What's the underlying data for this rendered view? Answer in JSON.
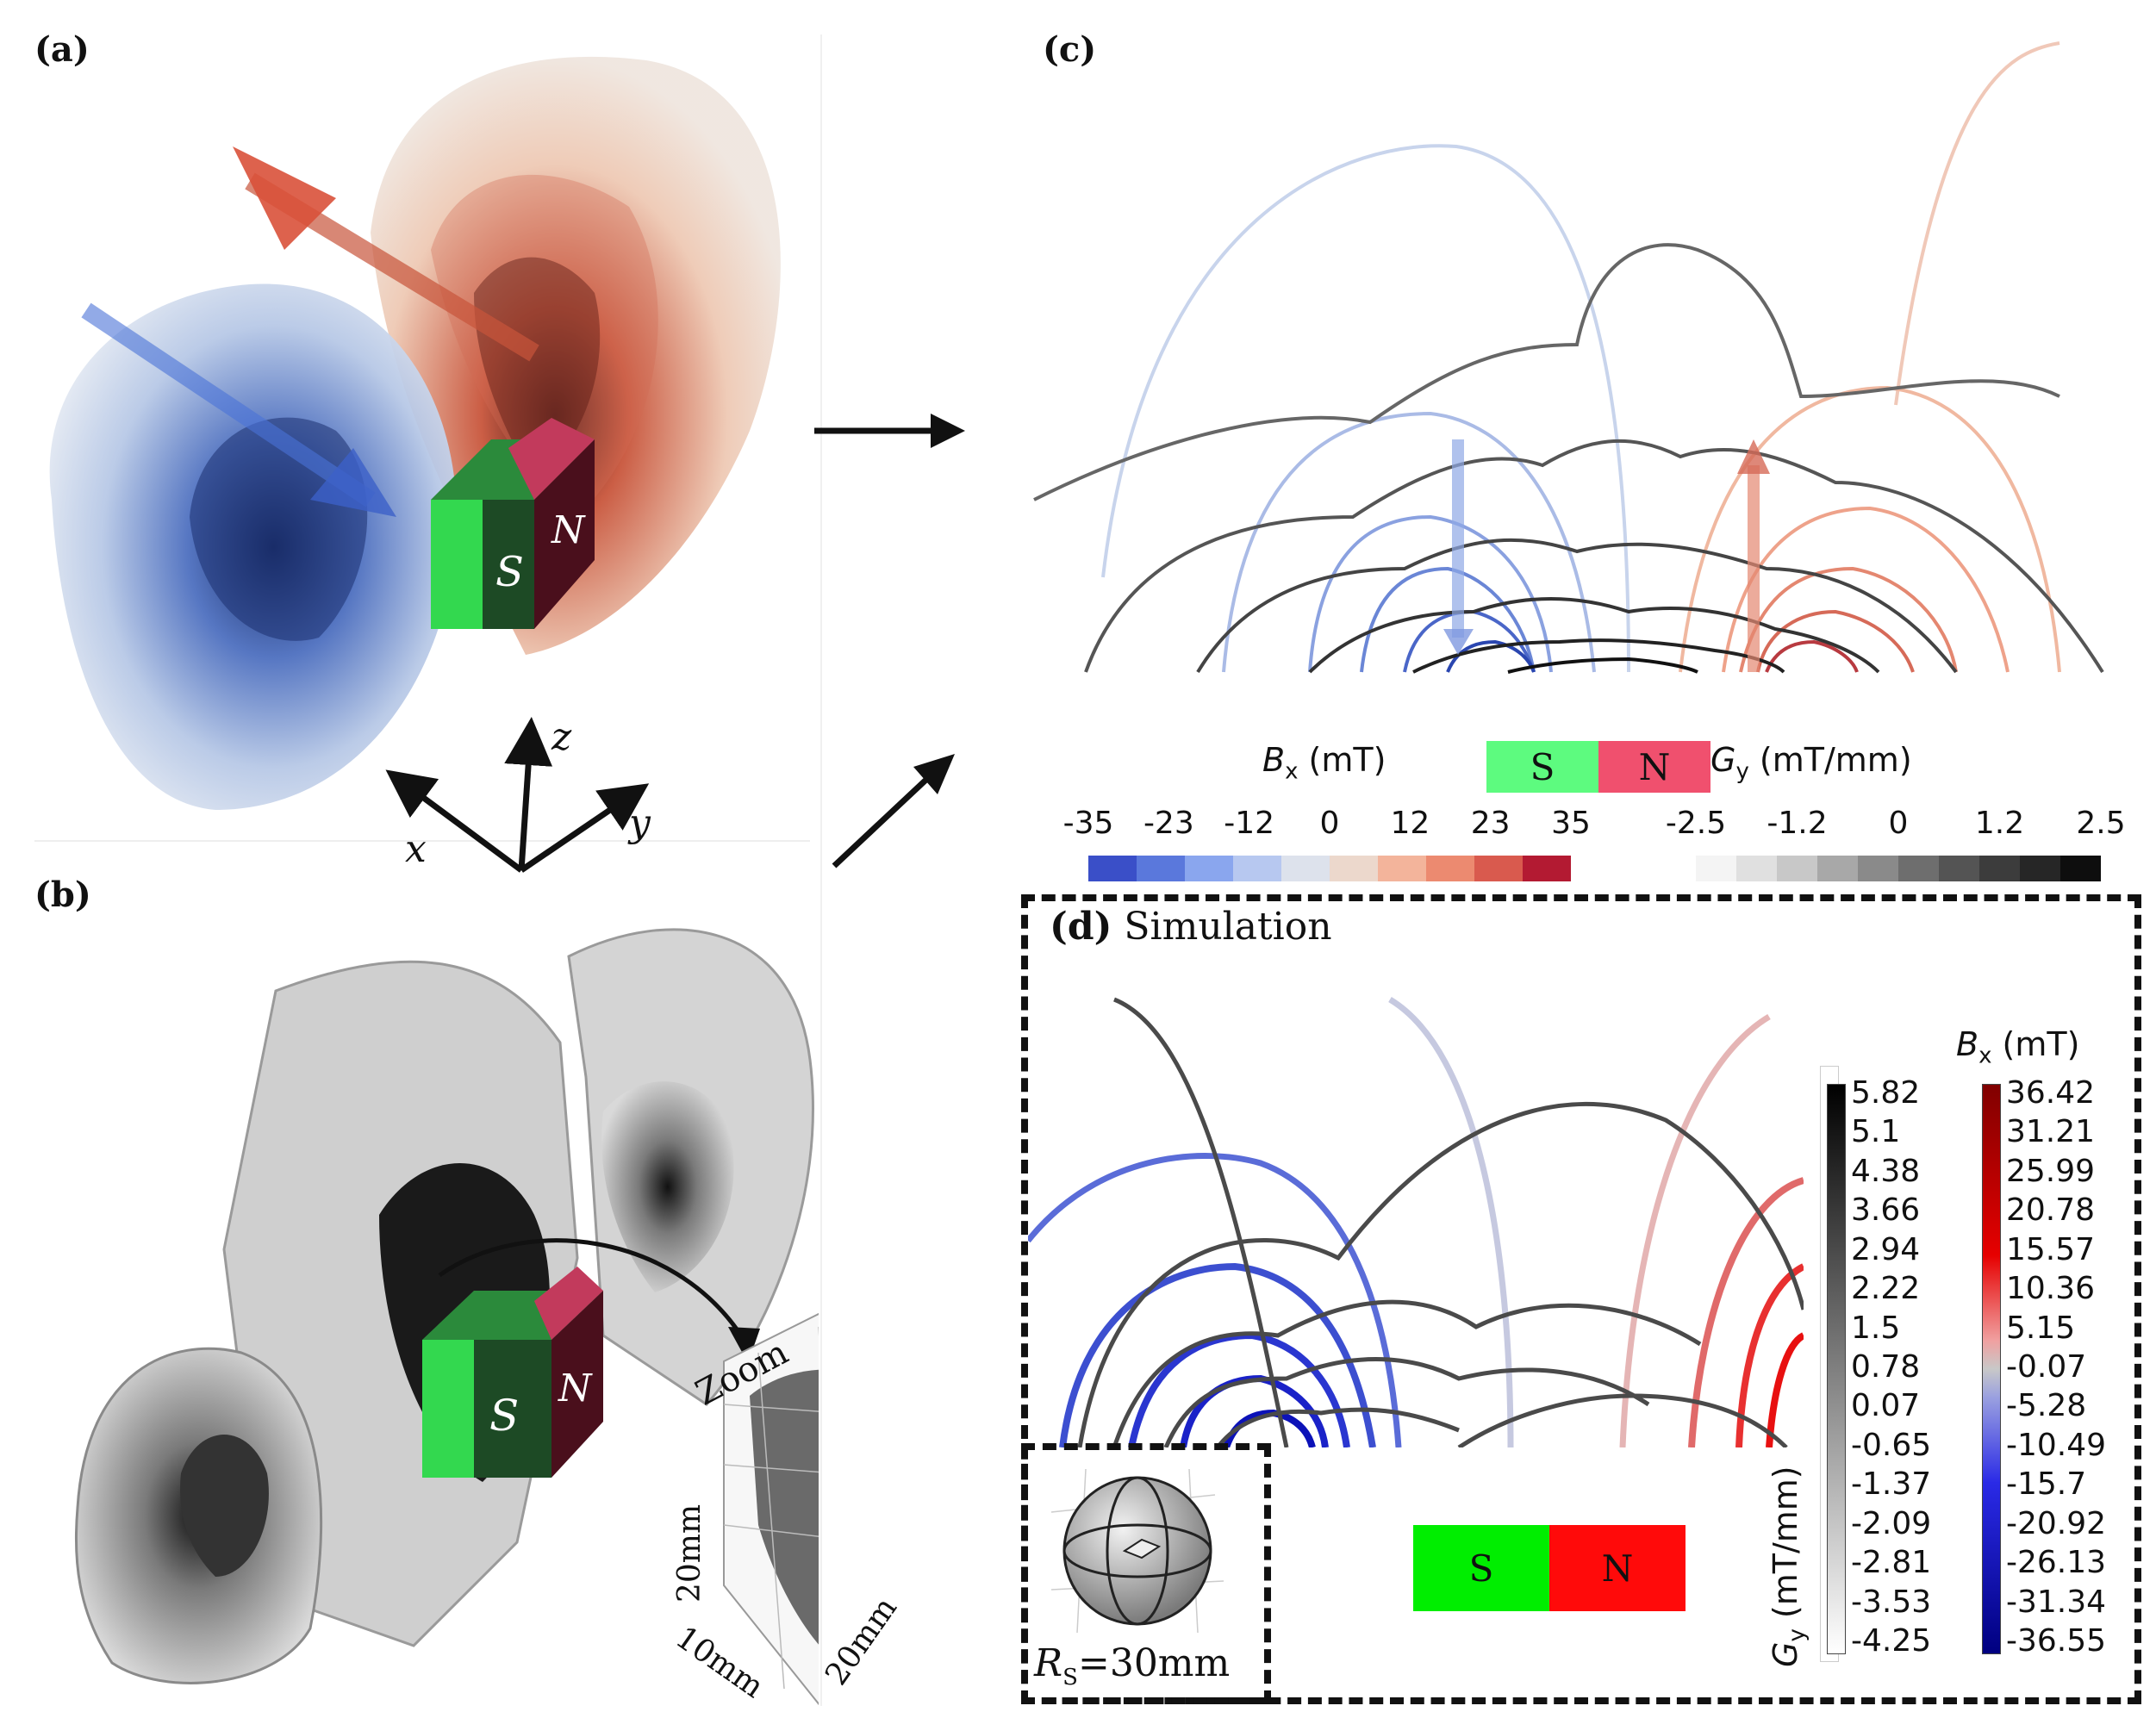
{
  "panels": {
    "a": {
      "label": "(a)"
    },
    "b": {
      "label": "(b)"
    },
    "c": {
      "label": "(c)"
    },
    "d": {
      "label": "(d)",
      "title": "Simulation"
    }
  },
  "magnet": {
    "south": "S",
    "north": "N"
  },
  "axes3d": {
    "x": "x",
    "y": "y",
    "z": "z"
  },
  "zoom": {
    "label": "Zoom",
    "dims": [
      "20mm",
      "10mm",
      "20mm"
    ]
  },
  "colorbar_bx": {
    "title": "B",
    "subscript": "x",
    "unit": " (mT)",
    "ticks": [
      "-35",
      "-23",
      "-12",
      "0",
      "12",
      "23",
      "35"
    ],
    "colors": [
      "#3a4fc8",
      "#5a78dc",
      "#8aa6ee",
      "#b7c8f0",
      "#dde2ec",
      "#ecd8cc",
      "#f3b49b",
      "#ec8a70",
      "#d95a4e",
      "#b31a32"
    ]
  },
  "colorbar_gy": {
    "title": "G",
    "subscript": "y",
    "unit": " (mT/mm)",
    "ticks": [
      "-2.5",
      "-1.2",
      "0",
      "1.2",
      "2.5"
    ],
    "colors": [
      "#f4f4f4",
      "#e0e0e0",
      "#c8c8c8",
      "#a8a8a8",
      "#8a8a8a",
      "#6e6e6e",
      "#545454",
      "#3c3c3c",
      "#262626",
      "#0e0e0e"
    ]
  },
  "sim_colorbar_gy": {
    "title": "G",
    "subscript": "y",
    "unit": " (mT/mm)",
    "ticks": [
      "5.82",
      "5.1",
      "4.38",
      "3.66",
      "2.94",
      "2.22",
      "1.5",
      "0.78",
      "0.07",
      "-0.65",
      "-1.37",
      "-2.09",
      "-2.81",
      "-3.53",
      "-4.25"
    ]
  },
  "sim_colorbar_bx": {
    "title": "B",
    "subscript": "x",
    "unit": " (mT)",
    "ticks": [
      "36.42",
      "31.21",
      "25.99",
      "20.78",
      "15.57",
      "10.36",
      "5.15",
      "-0.07",
      "-5.28",
      "-10.49",
      "-15.7",
      "-20.92",
      "-26.13",
      "-31.34",
      "-36.55"
    ]
  },
  "sphere_inset": {
    "label_var": "R",
    "label_sub": "S",
    "label_value": "=30mm"
  },
  "colors": {
    "south_green": "#44ff44",
    "north_red": "#ff1a1a",
    "south_legend": "#5dfb7f",
    "north_legend": "#f0506e"
  }
}
